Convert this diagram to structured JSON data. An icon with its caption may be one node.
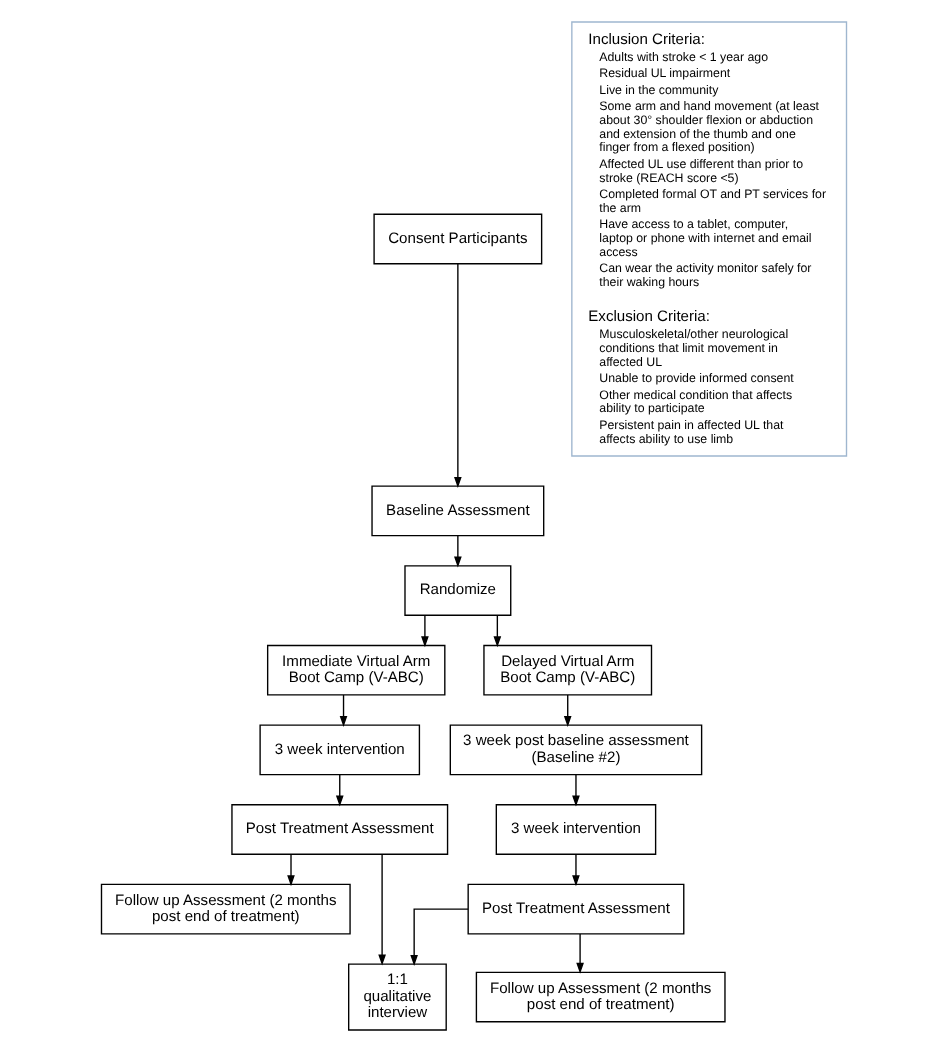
{
  "diagram": {
    "nodes": [
      {
        "text": [
          "Consent Participants"
        ]
      },
      {
        "text": [
          "Baseline Assessment"
        ]
      },
      {
        "text": [
          "Randomize"
        ]
      },
      {
        "text": [
          "Immediate Virtual Arm Boot Camp (V-ABC)"
        ]
      },
      {
        "text": [
          "Delayed Virtual Arm Boot Camp (V-ABC)"
        ]
      },
      {
        "text": [
          "3 week intervention"
        ]
      },
      {
        "text": [
          "Post Treatment Assessment"
        ]
      },
      {
        "text": [
          "3 week post baseline assessment (Baseline #2)"
        ]
      },
      {
        "text": [
          "Follow up Assessment (2 months post end of treatment)"
        ]
      },
      {
        "text": [
          "3 week intervention"
        ]
      },
      {
        "text": [
          "Post Treatment Assessment"
        ]
      },
      {
        "text": [
          "1:1 qualitative interview"
        ]
      },
      {
        "text": [
          "Follow up Assessment (2 months post end of treatment)"
        ]
      },
      {
        "text": [
          "Inclusion Criteria:",
          "Adults with stroke < 1 year ago",
          "Residual UL impairment",
          "Live in the community",
          "Some arm and hand movement (at least about 30° shoulder flexion or abduction and extension of the thumb and one finger from a flexed position)",
          "Affected UL use different than prior to stroke (REACH score <5)",
          "Completed formal OT and PT services for the arm",
          "Have access to a tablet, computer, laptop or phone with internet and email access",
          "Can wear the activity monitor safely for their waking hours",
          "Exclusion Criteria:",
          "Musculoskeletal/other neurological conditions that limit movement in affected UL",
          "Unable to provide informed consent",
          "Other medical condition that affects ability to participate",
          "Persistent pain in affected UL that affects ability to use limb"
        ]
      }
    ],
    "edges": [
      {
        "from": 0,
        "to": 1,
        "arrow": "to"
      },
      {
        "from": 1,
        "to": 2,
        "arrow": "to"
      },
      {
        "from": 2,
        "to": 3,
        "arrow": "to"
      },
      {
        "from": 2,
        "to": 4,
        "arrow": "to"
      },
      {
        "from": 3,
        "to": 5,
        "arrow": "to"
      },
      {
        "from": 5,
        "to": 6,
        "arrow": "to"
      },
      {
        "from": 6,
        "to": 8,
        "arrow": "to"
      },
      {
        "from": 6,
        "to": 11,
        "arrow": "to"
      },
      {
        "from": 4,
        "to": 7,
        "arrow": "to"
      },
      {
        "from": 7,
        "to": 9,
        "arrow": "to"
      },
      {
        "from": 9,
        "to": 10,
        "arrow": "to"
      },
      {
        "from": 10,
        "to": 11,
        "arrow": "to"
      },
      {
        "from": 10,
        "to": 12,
        "arrow": "to"
      }
    ]
  }
}
